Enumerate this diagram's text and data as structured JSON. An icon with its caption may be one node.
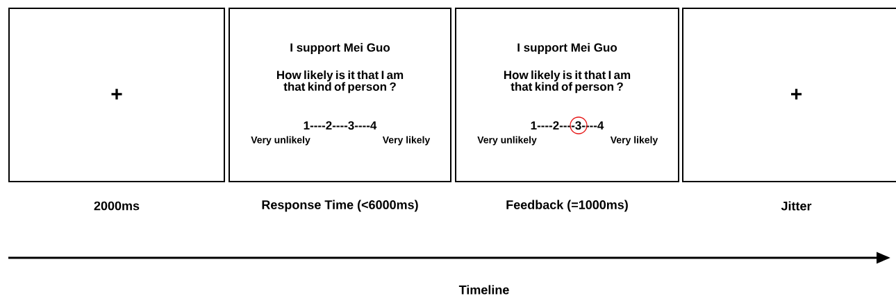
{
  "diagram": {
    "nodes": [
      {
        "text": [
          "+"
        ],
        "beside": [
          "2000ms"
        ]
      },
      {
        "text": [
          "I support Mei Guo",
          "How likely is it that I am that kind of person ?",
          "1----2----3----4",
          "Very unlikely",
          "Very likely"
        ],
        "beside": [
          "Response Time (<6000ms)"
        ]
      },
      {
        "text": [
          "I support Mei Guo",
          "How likely is it that I am that kind of person ?",
          "1----2----3----4",
          "Very unlikely",
          "Very likely"
        ],
        "beside": [
          "Feedback (=1000ms)"
        ]
      },
      {
        "text": [],
        "shape": "circle",
        "in": 2
      },
      {
        "text": [
          "+"
        ],
        "beside": [
          "Jitter"
        ]
      }
    ],
    "edges": [],
    "labels": [
      "Timeline"
    ]
  }
}
